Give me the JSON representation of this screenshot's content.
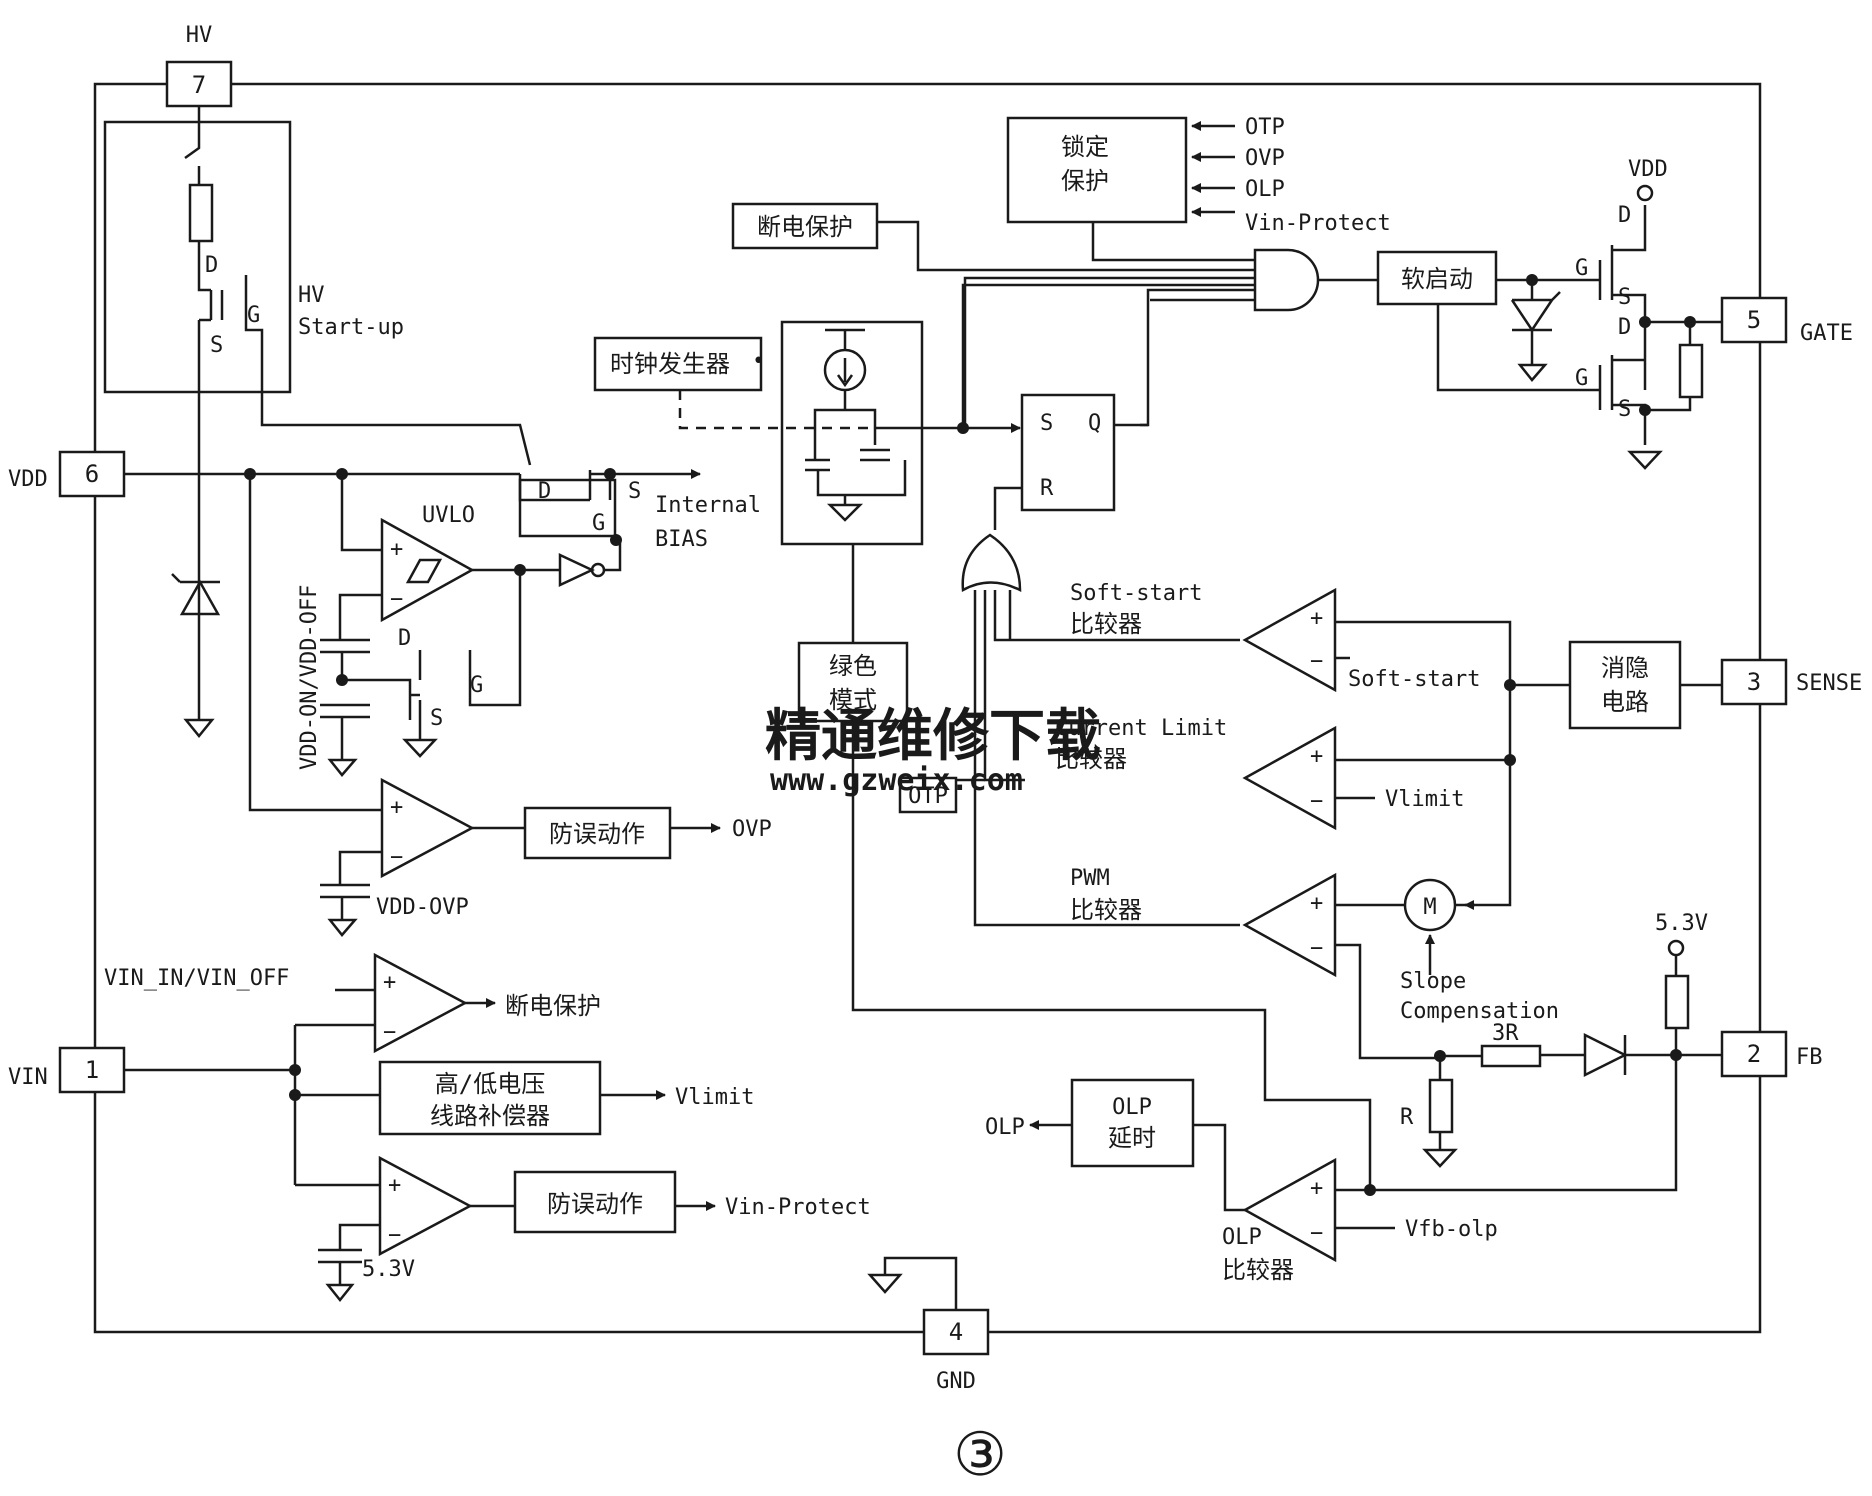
{
  "pins": {
    "hv": {
      "num": "7",
      "name": "HV"
    },
    "vdd": {
      "num": "6",
      "name": "VDD"
    },
    "vin": {
      "num": "1",
      "name": "VIN"
    },
    "gnd": {
      "num": "4",
      "name": "GND"
    },
    "gate": {
      "num": "5",
      "name": "GATE"
    },
    "sense": {
      "num": "3",
      "name": "SENSE"
    },
    "fb": {
      "num": "2",
      "name": "FB"
    }
  },
  "blocks": {
    "lock_l1": "锁定",
    "lock_l2": "保护",
    "powerloss": "断电保护",
    "softstart": "软启动",
    "clock": "时钟发生器",
    "green_l1": "绿色",
    "green_l2": "模式",
    "leb_l1": "消隐",
    "leb_l2": "电路",
    "antimis1": "防误动作",
    "antimis2": "防误动作",
    "hilow_l1": "高/低电压",
    "hilow_l2": "线路补偿器",
    "olpdelay_l1": "OLP",
    "olpdelay_l2": "延时",
    "otp": "OTP"
  },
  "labels": {
    "otp_in": "OTP",
    "ovp_in": "OVP",
    "olp_in": "OLP",
    "vinprot_in": "Vin-Protect",
    "vdd_top": "VDD",
    "hv_startup_1": "HV",
    "hv_startup_2": "Start-up",
    "internal_1": "Internal",
    "internal_2": "BIAS",
    "uvlo": "UVLO",
    "vdd_on_off": "VDD-ON/VDD-OFF",
    "vdd_ovp": "VDD-OVP",
    "ovp_out": "OVP",
    "vin_in_off": "VIN_IN/VIN_OFF",
    "powerloss_out": "断电保护",
    "vlimit_out": "Vlimit",
    "vinprot_out": "Vin-Protect",
    "v53_left": "5.3V",
    "ss_cmp_1": "Soft-start",
    "ss_cmp_2": "比较器",
    "ss_ref": "Soft-start",
    "cl_cmp_1": "Current Limit",
    "cl_cmp_2": "比较器",
    "vlimit_ref": "Vlimit",
    "pwm_cmp_1": "PWM",
    "pwm_cmp_2": "比较器",
    "slope_1": "Slope",
    "slope_2": "Compensation",
    "v53_right": "5.3V",
    "r3": "3R",
    "r1": "R",
    "olp_out": "OLP",
    "olp_cmp_1": "OLP",
    "olp_cmp_2": "比较器",
    "vfb_olp": "Vfb-olp",
    "sr_s": "S",
    "sr_r": "R",
    "sr_q": "Q",
    "m_sym": "M",
    "fig": "③"
  },
  "watermark": {
    "cn": "精通维修下载",
    "url": "www.gzweix.com"
  }
}
